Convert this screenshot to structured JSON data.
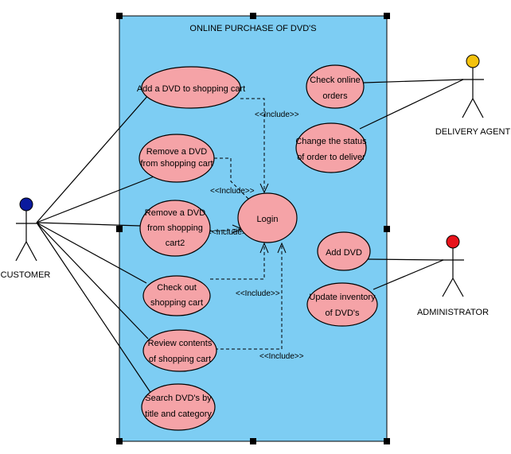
{
  "system": {
    "title": "ONLINE PURCHASE OF DVD'S",
    "fill": "#7DCDF3",
    "border": "#000000"
  },
  "colors": {
    "use_case_fill": "#F5A3A7",
    "customer_head": "#0A1A9E",
    "delivery_head": "#F4C20D",
    "admin_head": "#E8131B"
  },
  "actors": {
    "customer": {
      "name": "CUSTOMER"
    },
    "delivery": {
      "name": "DELIVERY AGENT"
    },
    "admin": {
      "name": "ADMINISTRATOR"
    }
  },
  "use_cases": {
    "add_dvd_cart": [
      "Add a DVD to shopping cart"
    ],
    "remove_dvd": [
      "Remove a DVD",
      "from shopping cart"
    ],
    "remove_dvd2": [
      "Remove a DVD",
      "from shopping",
      "cart2"
    ],
    "check_out": [
      "Check out",
      "shopping cart"
    ],
    "review": [
      "Review contents",
      "of shopping cart"
    ],
    "search": [
      "Search DVD's by",
      "title and category"
    ],
    "login": [
      "Login"
    ],
    "check_orders": [
      "Check online",
      "orders"
    ],
    "change_status": [
      "Change the status",
      "of order to deliver"
    ],
    "add_dvd": [
      "Add DVD"
    ],
    "update_inventory": [
      "Update inventory",
      "of DVD's"
    ]
  },
  "relations": {
    "include1": "<<Include>>",
    "include2": "<<Include>>",
    "include3": "<<Include>>",
    "include4": "<<Include>>",
    "include5": "<<Include>>"
  }
}
